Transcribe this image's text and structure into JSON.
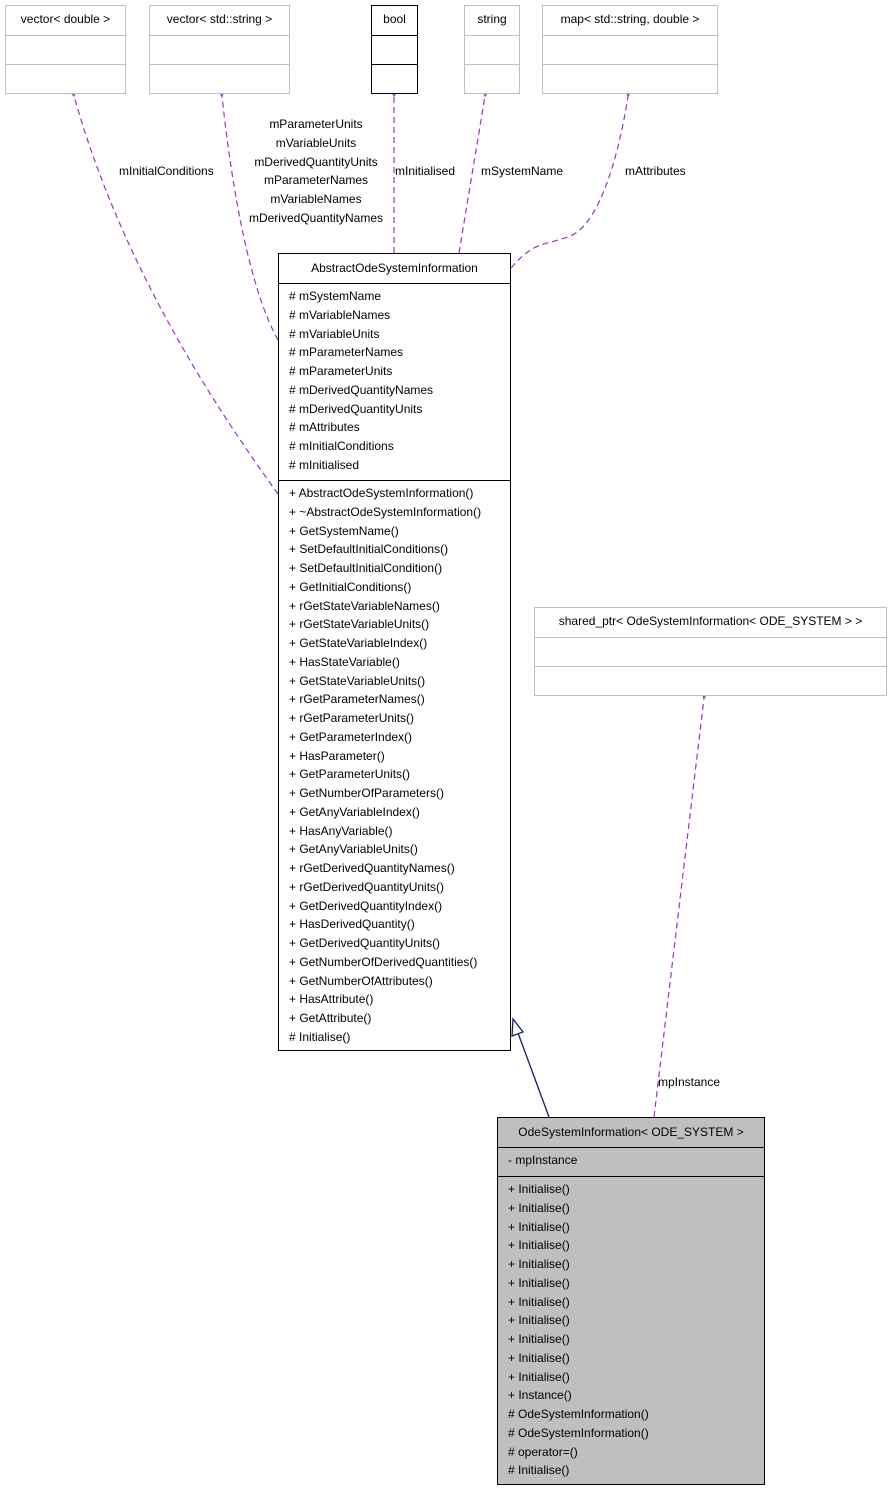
{
  "colors": {
    "dependency": "#9a32cd",
    "inheritance": "#191970",
    "highlight": "#bfbfbf",
    "border_gray": "#bfbfbf"
  },
  "top_classes": {
    "vector_double": "vector< double >",
    "vector_string": "vector< std::string >",
    "bool": "bool",
    "string": "string",
    "map": "map< std::string, double >"
  },
  "shared_ptr": {
    "title": "shared_ptr< OdeSystemInformation< ODE_SYSTEM > >"
  },
  "abstract": {
    "title": "AbstractOdeSystemInformation",
    "attributes": [
      "# mSystemName",
      "# mVariableNames",
      "# mVariableUnits",
      "# mParameterNames",
      "# mParameterUnits",
      "# mDerivedQuantityNames",
      "# mDerivedQuantityUnits",
      "# mAttributes",
      "# mInitialConditions",
      "# mInitialised"
    ],
    "methods": [
      "+ AbstractOdeSystemInformation()",
      "+ ~AbstractOdeSystemInformation()",
      "+ GetSystemName()",
      "+ SetDefaultInitialConditions()",
      "+ SetDefaultInitialCondition()",
      "+ GetInitialConditions()",
      "+ rGetStateVariableNames()",
      "+ rGetStateVariableUnits()",
      "+ GetStateVariableIndex()",
      "+ HasStateVariable()",
      "+ GetStateVariableUnits()",
      "+ rGetParameterNames()",
      "+ rGetParameterUnits()",
      "+ GetParameterIndex()",
      "+ HasParameter()",
      "+ GetParameterUnits()",
      "+ GetNumberOfParameters()",
      "+ GetAnyVariableIndex()",
      "+ HasAnyVariable()",
      "+ GetAnyVariableUnits()",
      "+ rGetDerivedQuantityNames()",
      "+ rGetDerivedQuantityUnits()",
      "+ GetDerivedQuantityIndex()",
      "+ HasDerivedQuantity()",
      "+ GetDerivedQuantityUnits()",
      "+ GetNumberOfDerivedQuantities()",
      "+ GetNumberOfAttributes()",
      "+ HasAttribute()",
      "+ GetAttribute()",
      "# Initialise()"
    ]
  },
  "ode": {
    "title": "OdeSystemInformation< ODE_SYSTEM >",
    "attributes": [
      "- mpInstance"
    ],
    "methods": [
      "+ Initialise()",
      "+ Initialise()",
      "+ Initialise()",
      "+ Initialise()",
      "+ Initialise()",
      "+ Initialise()",
      "+ Initialise()",
      "+ Initialise()",
      "+ Initialise()",
      "+ Initialise()",
      "+ Initialise()",
      "+ Instance()",
      "# OdeSystemInformation()",
      "# OdeSystemInformation()",
      "# operator=()",
      "# Initialise()"
    ]
  },
  "edge_labels": {
    "initial_conditions": "mInitialConditions",
    "vector_string_members": [
      "mParameterUnits",
      "mVariableUnits",
      "mDerivedQuantityUnits",
      "mParameterNames",
      "mVariableNames",
      "mDerivedQuantityNames"
    ],
    "initialised": "mInitialised",
    "system_name": "mSystemName",
    "attributes": "mAttributes",
    "instance": "mpInstance"
  }
}
